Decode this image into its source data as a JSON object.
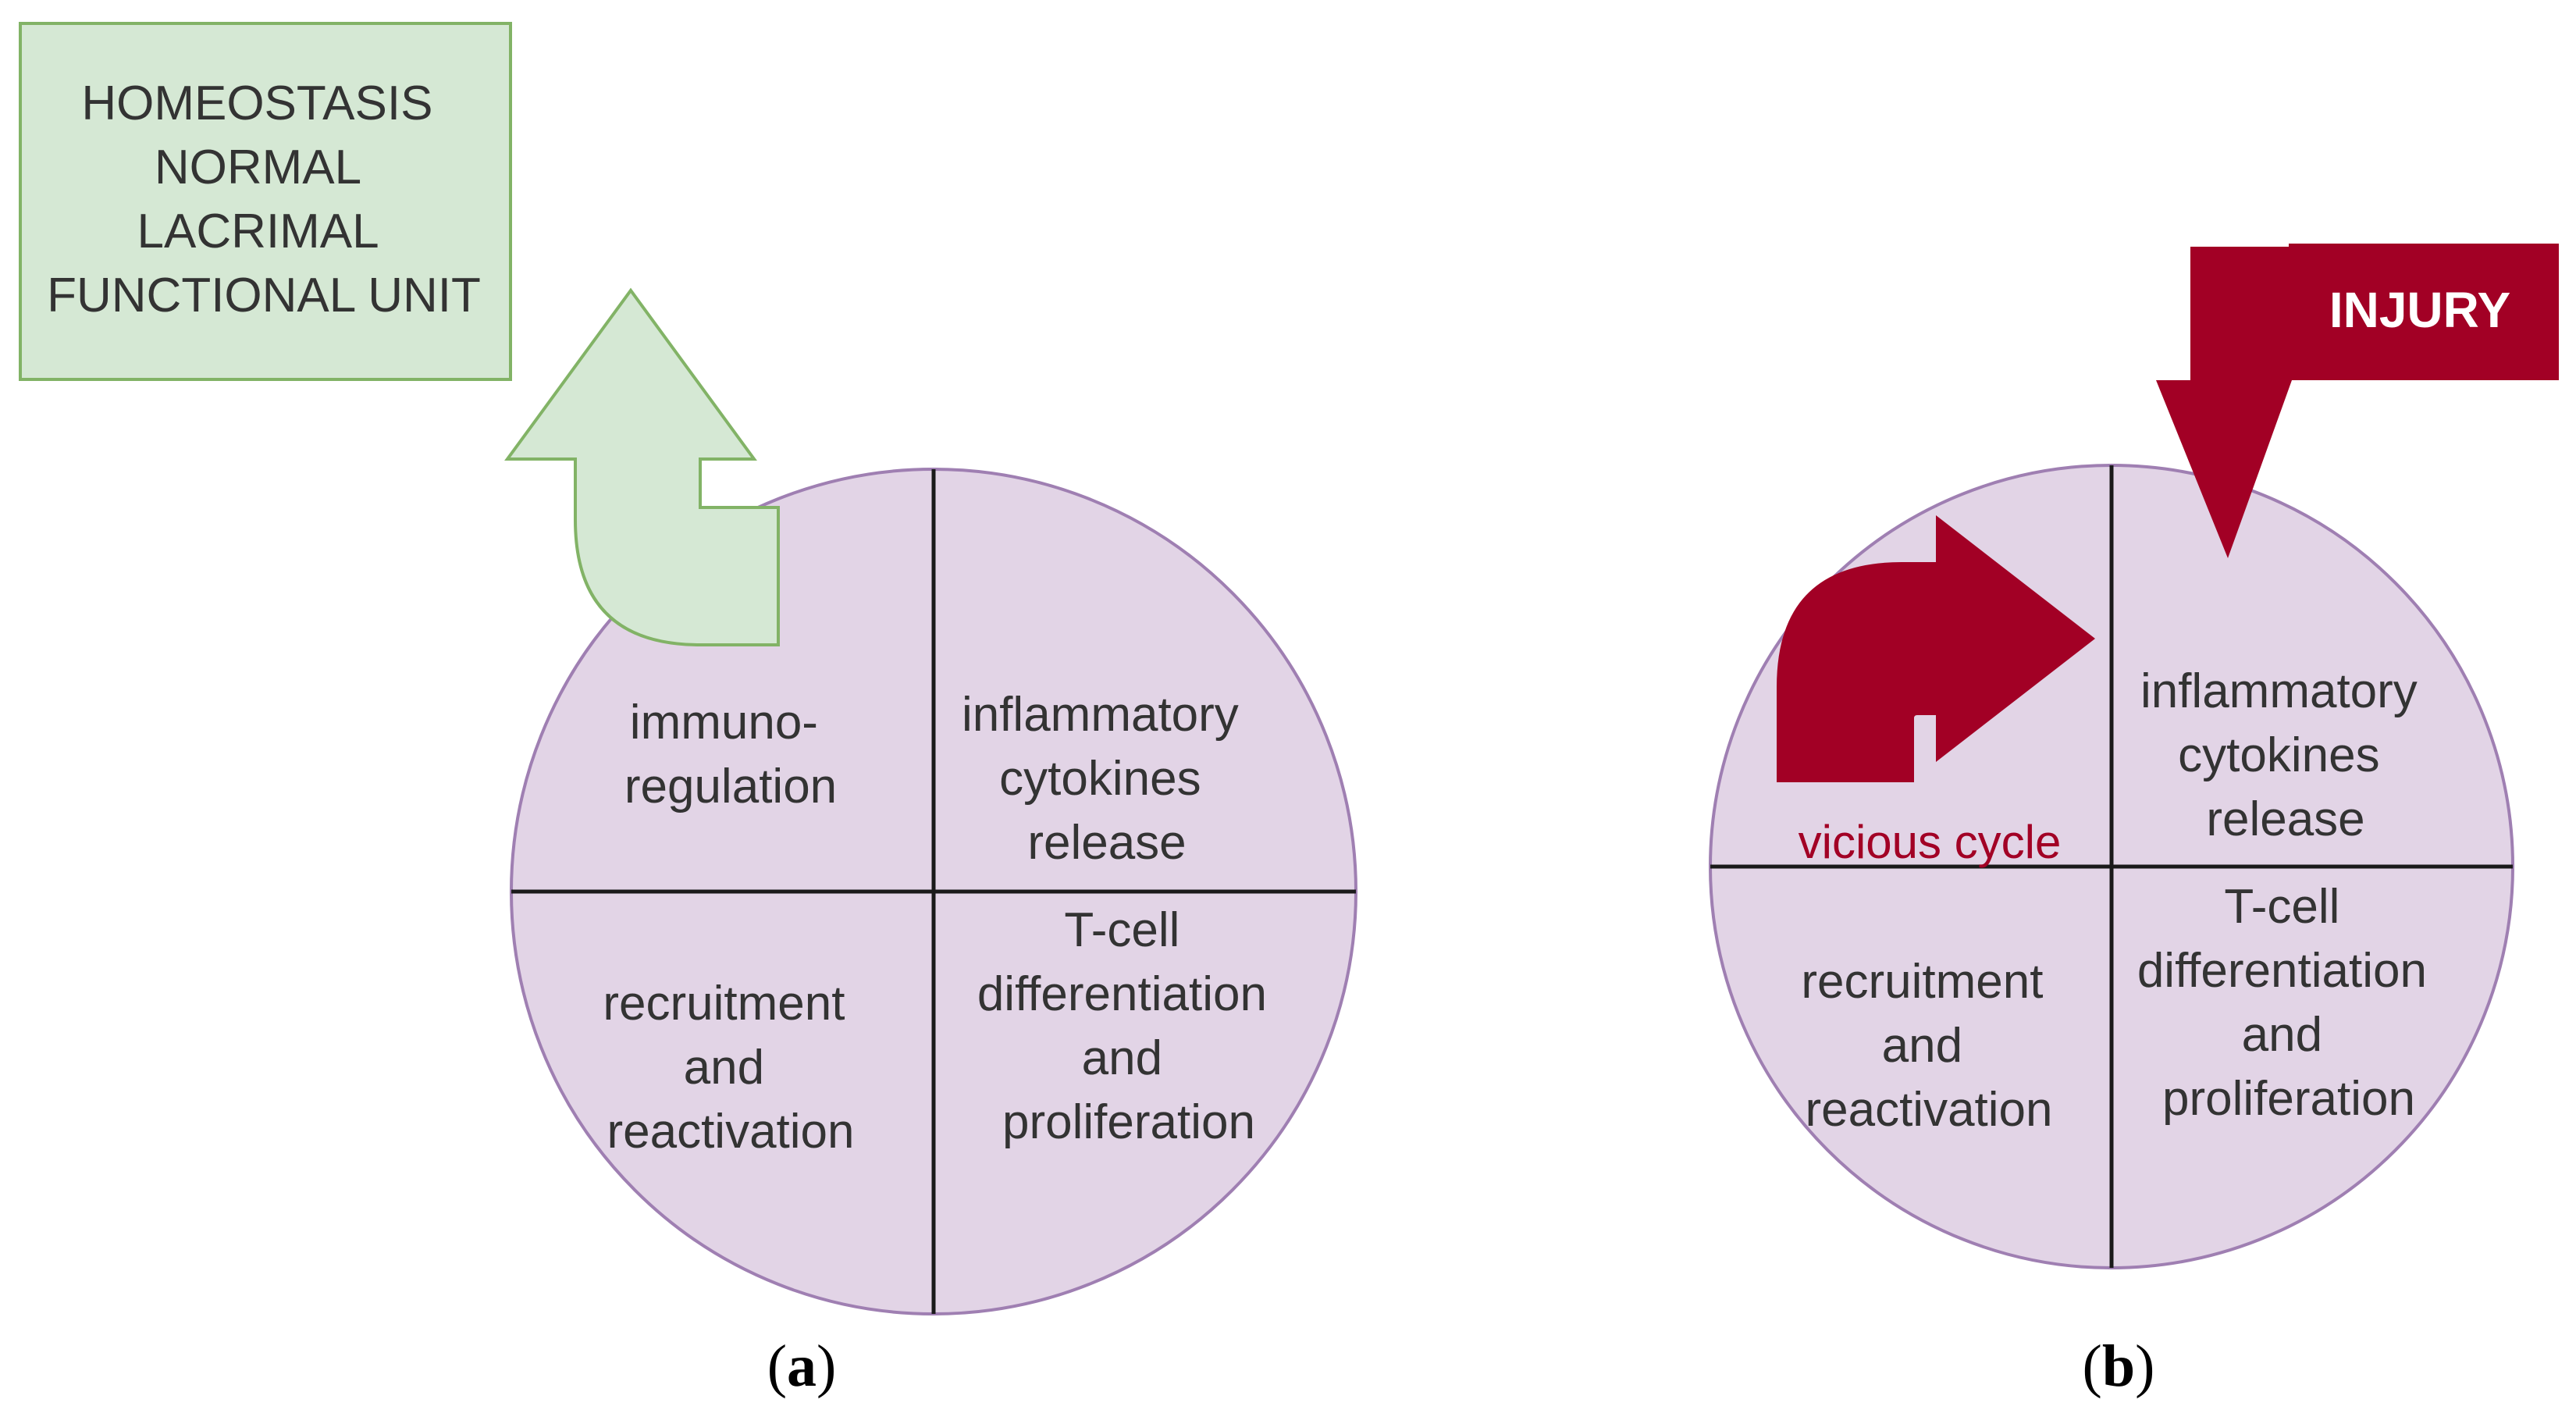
{
  "colors": {
    "circle_fill": "#e2d4e6",
    "circle_stroke": "#9f7fb2",
    "divider": "#1a1a1a",
    "homeostasis_fill": "#d5e8d4",
    "homeostasis_stroke": "#82b366",
    "injury_red": "#a20025",
    "text_dark": "#333333",
    "vicious_text": "#a20025"
  },
  "panel_a": {
    "homeostasis_box": {
      "lines": [
        "HOMEOSTASIS",
        "NORMAL",
        "LACRIMAL",
        "FUNCTIONAL UNIT"
      ]
    },
    "quadrants": {
      "top_left": [
        "immuno-",
        "regulation"
      ],
      "top_right": [
        "inflammatory",
        "cytokines",
        "release"
      ],
      "bottom_left": [
        "recruitment",
        "and",
        "reactivation"
      ],
      "bottom_right": [
        "T-cell",
        "differentiation",
        "and",
        "proliferation"
      ]
    },
    "caption": {
      "open": "(",
      "letter": "a",
      "close": ")"
    },
    "icons": {
      "arrow": "curved-up-arrow-icon"
    }
  },
  "panel_b": {
    "injury_label": "INJURY",
    "vicious_label": "vicious cycle",
    "quadrants": {
      "top_right": [
        "inflammatory",
        "cytokines",
        "release"
      ],
      "bottom_left": [
        "recruitment",
        "and",
        "reactivation"
      ],
      "bottom_right": [
        "T-cell",
        "differentiation",
        "and",
        "proliferation"
      ]
    },
    "caption": {
      "open": "(",
      "letter": "b",
      "close": ")"
    },
    "icons": {
      "arrow": "curved-right-arrow-icon",
      "injury_arrow": "down-arrow-icon"
    }
  }
}
